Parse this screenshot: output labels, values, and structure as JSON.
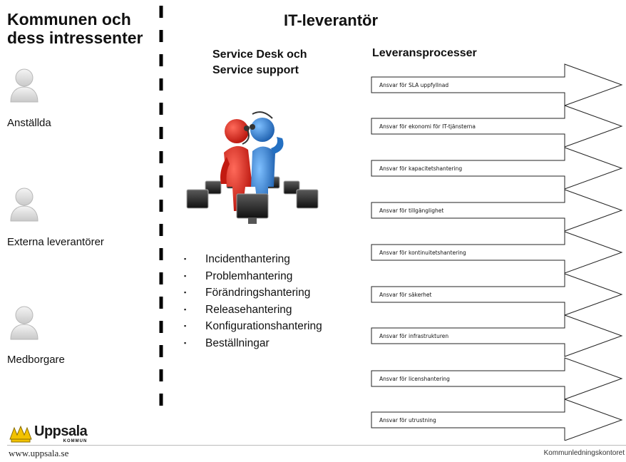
{
  "left": {
    "title_line1": "Kommunen och",
    "title_line2": "dess intressenter",
    "stakeholders": [
      {
        "label": "Anställda",
        "icon": "person-icon"
      },
      {
        "label": "Externa leverantörer",
        "icon": "person-icon"
      },
      {
        "label": "Medborgare",
        "icon": "person-icon"
      }
    ]
  },
  "right": {
    "title": "IT-leverantör",
    "service_desk_line1": "Service Desk och",
    "service_desk_line2": "Service support",
    "processes_title": "Leveransprocesser",
    "bullets": [
      "Incidenthantering",
      "Problemhantering",
      "Förändringshantering",
      "Releasehantering",
      "Konfigurationshantering",
      "Beställningar"
    ],
    "arrows": [
      "Ansvar för SLA uppfyllnad",
      "Ansvar för ekonomi för IT-tjänsterna",
      "Ansvar för kapacitetshantering",
      "Ansvar för tillgänglighet",
      "Ansvar för kontinuitetshantering",
      "Ansvar för säkerhet",
      "Ansvar för infrastrukturen",
      "Ansvar för licenshantering",
      "Ansvar för utrustning"
    ]
  },
  "footer": {
    "logo_text": "Uppsala",
    "logo_sub": "KOMMUN",
    "url": "www.uppsala.se",
    "org": "Kommunledningskontoret"
  },
  "colors": {
    "red_figure": "#d8261c",
    "blue_figure": "#2f86d6",
    "logo_yellow": "#f2c200"
  }
}
